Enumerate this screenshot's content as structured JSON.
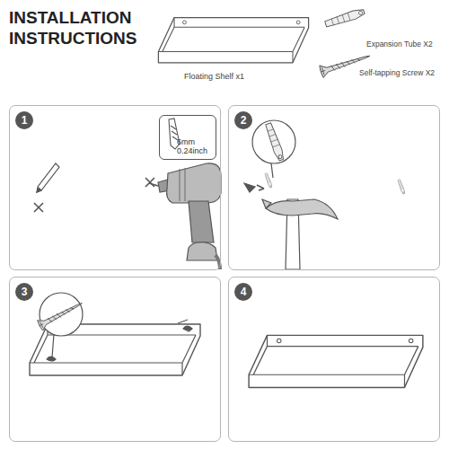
{
  "diagram": {
    "title": "INSTALLATION INSTRUCTIONS",
    "nodes": [
      {
        "text": [
          "1"
        ]
      },
      {
        "text": [
          "6mm 0.24inch"
        ],
        "in": 0
      },
      {
        "text": [
          "2"
        ]
      },
      {
        "text": [
          "3"
        ]
      },
      {
        "text": [
          "4"
        ]
      }
    ],
    "labels": [
      "Floating Shelf x1",
      "Expansion Tube X2",
      "Self-tapping Screw X2"
    ]
  }
}
